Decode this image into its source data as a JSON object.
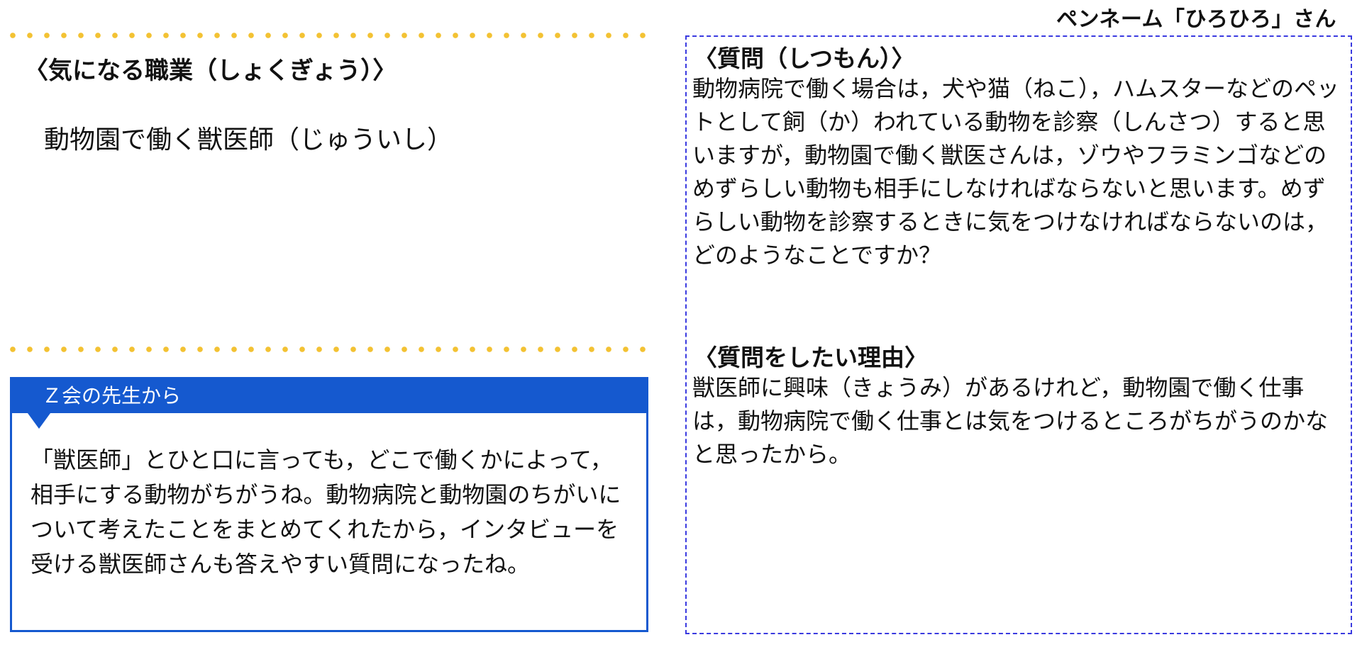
{
  "penname": "ペンネーム「ひろひろ」さん",
  "job": {
    "heading": "〈気になる職業（しょくぎょう）〉",
    "value": "動物園で働く獣医師（じゅういし）"
  },
  "teacher": {
    "label": "Ｚ会の先生から",
    "comment": "「獣医師」とひと口に言っても，どこで働くかによって，相手にする動物がちがうね。動物病院と動物園のちがいについて考えたことをまとめてくれたから，インタビューを受ける獣医師さんも答えやすい質問になったね。"
  },
  "question": {
    "heading": "〈質問（しつもん）〉",
    "text": "動物病院で働く場合は，犬や猫（ねこ），ハムスターなどのペットとして飼（か）われている動物を診察（しんさつ）すると思いますが，動物園で働く獣医さんは，ゾウやフラミンゴなどのめずらしい動物も相手にしなければならないと思います。めずらしい動物を診察するときに気をつけなければならないのは，どのようなことですか？"
  },
  "reason": {
    "heading": "〈質問をしたい理由〉",
    "text": "獣医師に興味（きょうみ）があるけれど，動物園で働く仕事は，動物病院で働く仕事とは気をつけるところがちがうのかなと思ったから。"
  },
  "colors": {
    "accent_blue": "#1559cf",
    "dot_yellow": "#f3c233",
    "dashed_border": "#3a3ae0"
  }
}
